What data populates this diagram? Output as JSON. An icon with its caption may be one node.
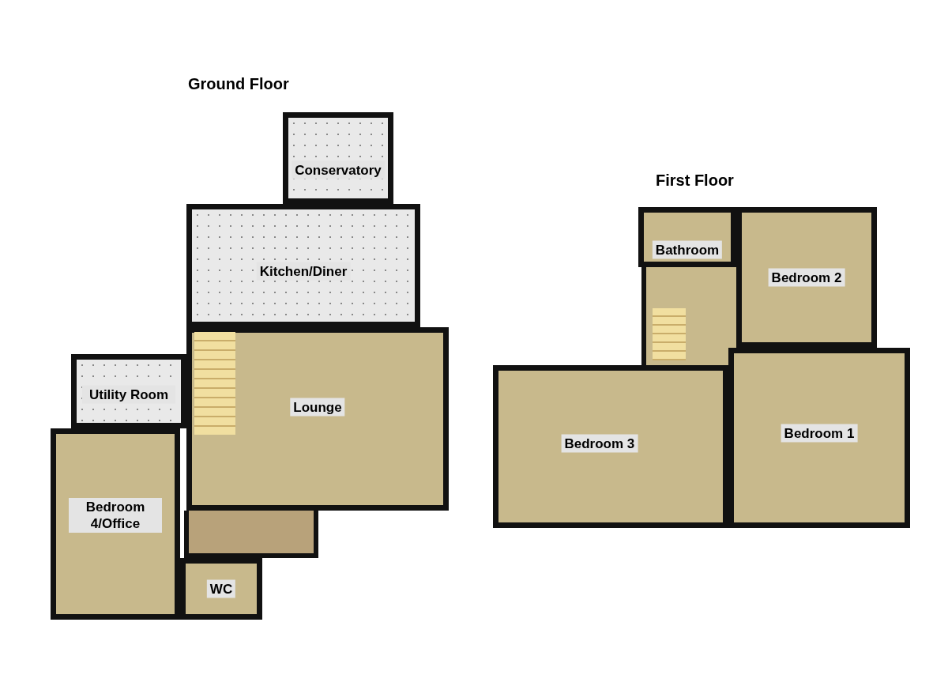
{
  "diagram": {
    "nodes": [
      {
        "text": [
          "Conservatory"
        ]
      },
      {
        "text": [
          "Kitchen/Diner"
        ]
      },
      {
        "text": [
          "Utility Room"
        ]
      },
      {
        "text": [
          "Lounge"
        ]
      },
      {
        "text": [
          "Bedroom 4/Office"
        ]
      },
      {
        "text": [],
        "shape": "box"
      },
      {
        "text": [
          "WC"
        ]
      },
      {
        "text": [
          "Bathroom"
        ]
      },
      {
        "text": [],
        "shape": "box"
      },
      {
        "text": [
          "Bedroom 2"
        ]
      },
      {
        "text": [
          "Bedroom 3"
        ]
      },
      {
        "text": [
          "Bedroom 1"
        ]
      }
    ],
    "edges": [],
    "labels": [
      "Ground Floor",
      "First Floor"
    ]
  }
}
